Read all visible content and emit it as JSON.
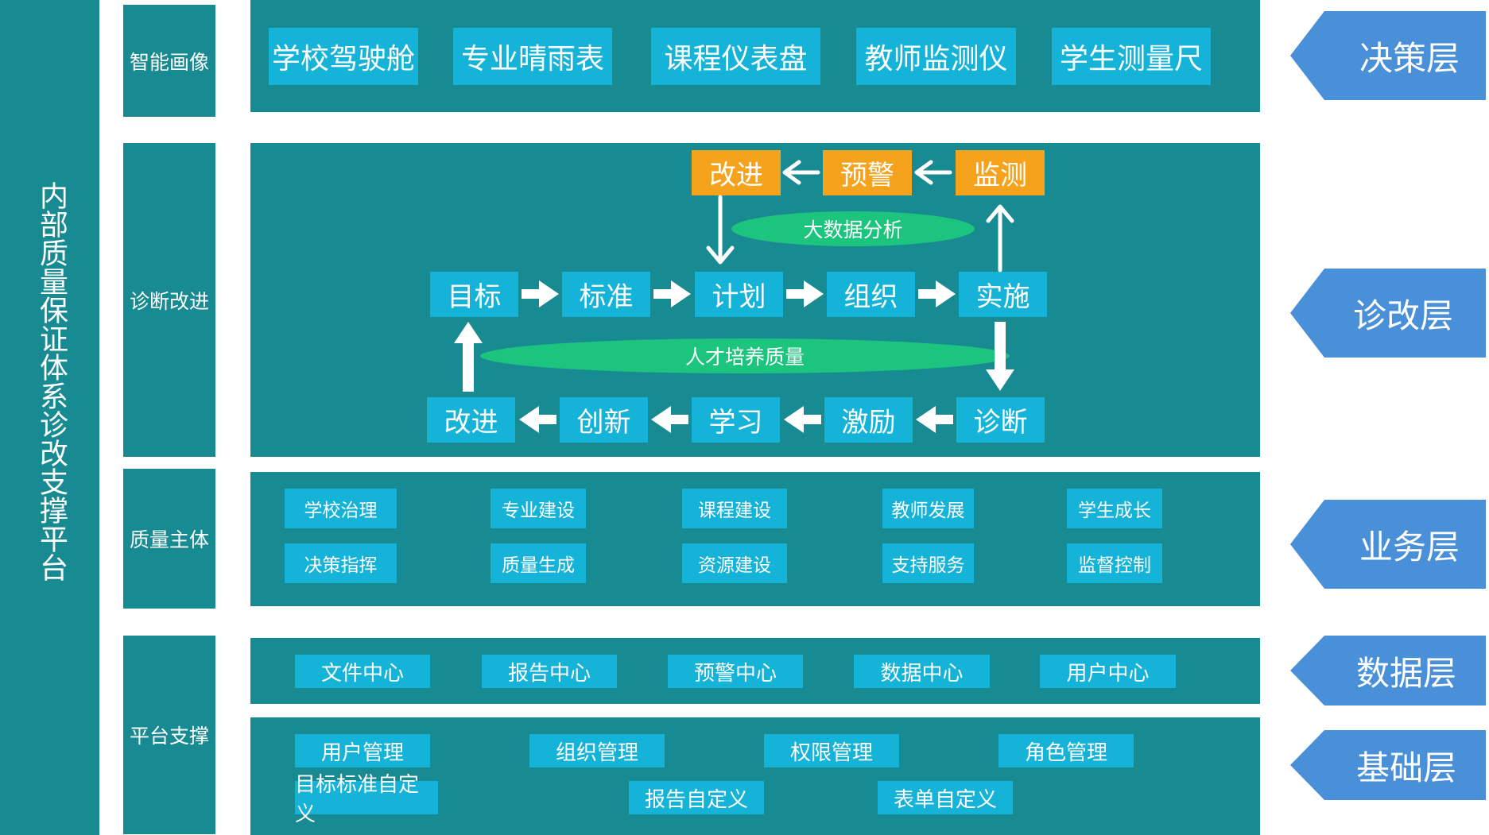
{
  "sidebar": {
    "title": "内部质量保证体系诊改支撑平台"
  },
  "categories": {
    "smart_portrait": "智能画像",
    "diagnosis": "诊断改进",
    "quality_subject": "质量主体",
    "platform_support": "平台支撑"
  },
  "decision_items": [
    "学校驾驶舱",
    "专业晴雨表",
    "课程仪表盘",
    "教师监测仪",
    "学生测量尺"
  ],
  "cycle": {
    "top": [
      "改进",
      "预警",
      "监测"
    ],
    "big_data": "大数据分析",
    "middle": [
      "目标",
      "标准",
      "计划",
      "组织",
      "实施"
    ],
    "talent": "人才培养质量",
    "bottom": [
      "改进",
      "创新",
      "学习",
      "激励",
      "诊断"
    ]
  },
  "business": {
    "row1": [
      "学校治理",
      "专业建设",
      "课程建设",
      "教师发展",
      "学生成长"
    ],
    "row2": [
      "决策指挥",
      "质量生成",
      "资源建设",
      "支持服务",
      "监督控制"
    ]
  },
  "data_items": [
    "文件中心",
    "报告中心",
    "预警中心",
    "数据中心",
    "用户中心"
  ],
  "base": {
    "row1": [
      "用户管理",
      "组织管理",
      "权限管理",
      "角色管理"
    ],
    "row2": [
      "目标标准自定义",
      "报告自定义",
      "表单自定义"
    ]
  },
  "layers": [
    "决策层",
    "诊改层",
    "业务层",
    "数据层",
    "基础层"
  ],
  "colors": {
    "panel": "#178a92",
    "button": "#16b3d8",
    "orange": "#f5a31d",
    "ellipse": "#1dc47e",
    "layer": "#4a90d9"
  }
}
